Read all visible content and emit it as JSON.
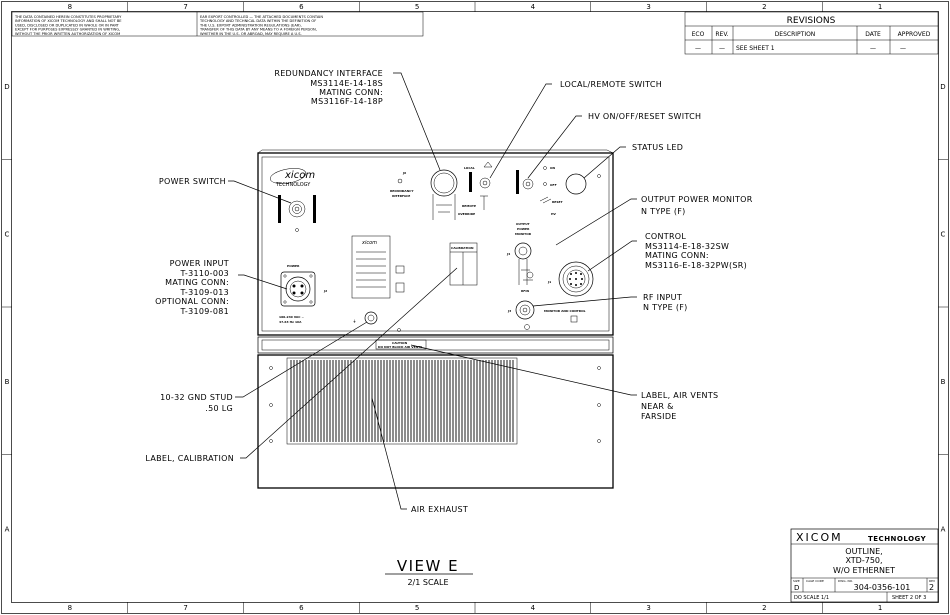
{
  "zones": {
    "columns": [
      "8",
      "7",
      "6",
      "5",
      "4",
      "3",
      "2",
      "1"
    ],
    "rows": [
      "D",
      "C",
      "B",
      "A"
    ]
  },
  "notices": {
    "proprietary": "THE DATA CONTAINED HEREIN CONSTITUTES PROPRIETARY INFORMATION OF XICOM TECHNOLOGY AND SHALL NOT BE USED, DISCLOSED OR DUPLICATED IN WHOLE OR IN PART EXCEPT FOR PURPOSES EXPRESSLY GRANTED IN WRITING, WITHOUT THE PRIOR WRITTEN AUTHORIZATION OF XICOM TECHNOLOGY.",
    "export": "EAR EXPORT CONTROLLED — THE ATTACHED DOCUMENTS CONTAIN TECHNOLOGY AND TECHNICAL DATA WITHIN THE DEFINITION OF THE U.S. EXPORT ADMINISTRATION REGULATIONS (EAR). TRANSFER OF THIS DATA BY ANY MEANS TO A FOREIGN PERSON, WHETHER IN THE U.S. OR ABROAD, MAY REQUIRE A U.S. DEPARTMENT OF COMMERCE EXPORT LICENSE OR OTHER APPROVAL."
  },
  "revisions": {
    "title": "REVISIONS",
    "headers": [
      "ECO",
      "REV.",
      "DESCRIPTION",
      "DATE",
      "APPROVED"
    ],
    "row": [
      "—",
      "—",
      "SEE SHEET 1",
      "—",
      "—"
    ]
  },
  "callouts": {
    "redundancy": [
      "REDUNDANCY INTERFACE",
      "MS3114E-14-18S",
      "MATING CONN:",
      "MS3116F-14-18P"
    ],
    "local_remote": "LOCAL/REMOTE SWITCH",
    "hv_switch": "HV ON/OFF/RESET SWITCH",
    "status_led": "STATUS LED",
    "power_switch": "POWER SWITCH",
    "output_monitor": [
      "OUTPUT POWER MONITOR",
      "N TYPE (F)"
    ],
    "control": [
      "CONTROL",
      "MS3114-E-18-32SW",
      "MATING CONN:",
      "MS3116-E-18-32PW(SR)"
    ],
    "power_input": [
      "POWER INPUT",
      "T-3110-003",
      "MATING CONN:",
      "T-3109-013",
      "OPTIONAL CONN:",
      "T-3109-081"
    ],
    "rf_input": [
      "RF INPUT",
      "N TYPE (F)"
    ],
    "gnd_stud": [
      "10-32 GND STUD",
      ".50 LG"
    ],
    "air_vents": [
      "LABEL, AIR VENTS",
      "NEAR &",
      "FARSIDE"
    ],
    "calibration": "LABEL, CALIBRATION",
    "air_exhaust": "AIR EXHAUST"
  },
  "panel": {
    "brand": "xicom",
    "brand_sub": "TECHNOLOGY",
    "j6_ref": "J6",
    "j6_label": [
      "REDUNDANCY",
      "INTERFACE"
    ],
    "local": "LOCAL",
    "remote": "REMOTE",
    "override": "OVERRIDE",
    "on": "ON",
    "off": "OFF",
    "reset": "RESET",
    "hv": "HV",
    "output_power_monitor": [
      "OUTPUT",
      "POWER",
      "MONITOR"
    ],
    "j4": "J4",
    "j1": "J1",
    "j3": "J3",
    "j2": "J2",
    "power": "POWER",
    "voltage": [
      "100-240 VAC ~",
      "47-63 Hz 16A"
    ],
    "calibration_tag": "CALIBRATION",
    "rfin": "RFIN",
    "monitor_control": "MONITOR AND CONTROL",
    "caution": [
      "CAUTION",
      "DO NOT BLOCK AIR VENTS"
    ]
  },
  "view": {
    "title": "VIEW  E",
    "scale": "2/1 SCALE"
  },
  "title_block": {
    "company": "XICOM",
    "company_sub": "TECHNOLOGY",
    "title": [
      "OUTLINE,",
      "XTD-750,",
      "W/O ETHERNET"
    ],
    "size_label": "SIZE",
    "size": "D",
    "cage_label": "CAGE CODE",
    "dwg_label": "DWG. NO.",
    "dwg_no": "304-0356-101",
    "rev_label": "REV",
    "rev": "2",
    "scale": "DO SCALE 1/1",
    "sheet": "SHEET 2 OF 3"
  }
}
